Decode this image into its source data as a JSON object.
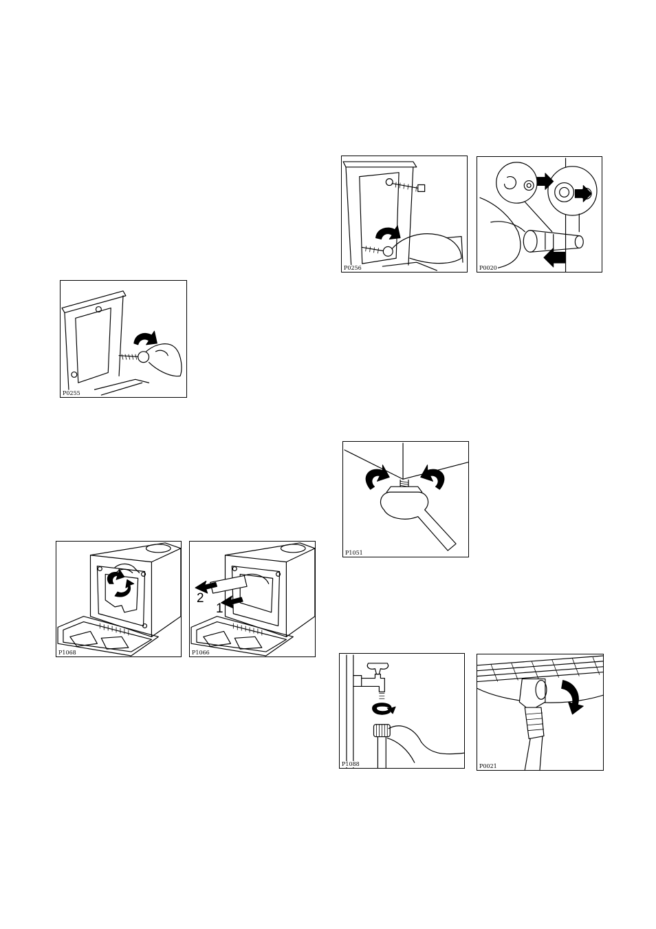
{
  "figures": [
    {
      "id": "p0255",
      "code": "P0255",
      "icon": "unscrew-transit-bolt-illustration"
    },
    {
      "id": "p0256",
      "code": "P0256",
      "icon": "remove-transit-bolts-illustration"
    },
    {
      "id": "p0020",
      "code": "P0020",
      "icon": "insert-hole-caps-illustration"
    },
    {
      "id": "p1051",
      "code": "P1051",
      "icon": "adjust-foot-wrench-illustration"
    },
    {
      "id": "p1068",
      "code": "P1068",
      "icon": "rear-bracket-rotate-illustration"
    },
    {
      "id": "p1066",
      "code": "P1066",
      "icon": "rear-bracket-pull-out-illustration",
      "step_labels": [
        "2",
        "1"
      ]
    },
    {
      "id": "p1088",
      "code": "P1088",
      "icon": "connect-hose-to-tap-illustration"
    },
    {
      "id": "p0021",
      "code": "P0021",
      "icon": "connect-hose-to-machine-illustration"
    }
  ]
}
